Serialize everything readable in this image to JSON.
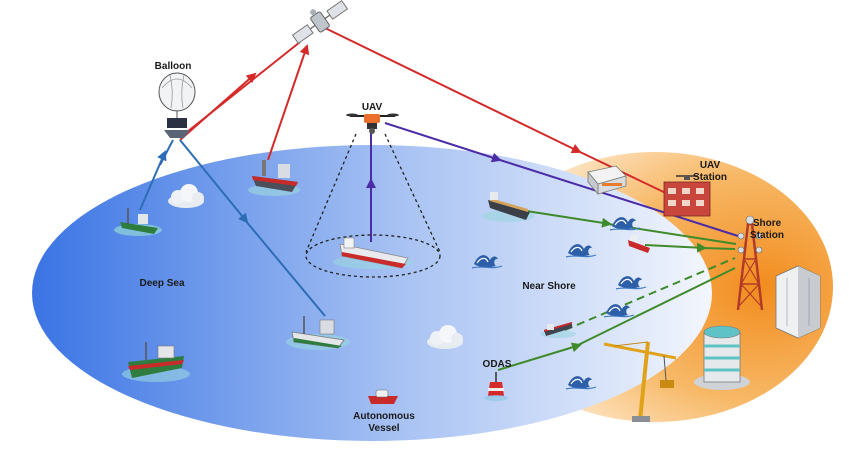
{
  "labels": {
    "balloon": "Balloon",
    "uav": "UAV",
    "uav_station_line1": "UAV",
    "uav_station_line2": "Station",
    "shore_station_line1": "Shore",
    "shore_station_line2": "Station",
    "deep_sea": "Deep Sea",
    "near_shore": "Near Shore",
    "odas": "ODAS",
    "autonomous_vessel_line1": "Autonomous",
    "autonomous_vessel_line2": "Vessel"
  },
  "colors": {
    "satellite_link": "#d42a2a",
    "uav_link": "#4b2ca6",
    "balloon_link": "#2d6db5",
    "shore_link": "#3f8a2a",
    "deep_sea_left": "#3c78e6",
    "deep_sea_right": "#e9eefb",
    "shore_zone": "#f39a36",
    "shore_zone_light": "#ffe2b5"
  },
  "icons": [
    "satellite-icon",
    "balloon-icon",
    "uav-icon",
    "ship-icon",
    "tower-icon",
    "building-icon",
    "crane-icon",
    "buoy-icon",
    "wave-icon",
    "cloud-icon"
  ]
}
